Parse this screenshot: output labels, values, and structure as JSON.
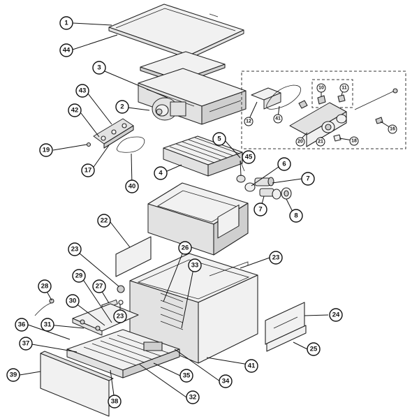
{
  "callouts": [
    {
      "id": "c1",
      "label": "1"
    },
    {
      "id": "c44",
      "label": "44"
    },
    {
      "id": "c3",
      "label": "3"
    },
    {
      "id": "c43",
      "label": "43"
    },
    {
      "id": "c2",
      "label": "2"
    },
    {
      "id": "c42",
      "label": "42"
    },
    {
      "id": "c19",
      "label": "19"
    },
    {
      "id": "c17",
      "label": "17"
    },
    {
      "id": "c40",
      "label": "40"
    },
    {
      "id": "c5",
      "label": "5"
    },
    {
      "id": "c45",
      "label": "45"
    },
    {
      "id": "c4",
      "label": "4"
    },
    {
      "id": "c6",
      "label": "6"
    },
    {
      "id": "c7a",
      "label": "7"
    },
    {
      "id": "c7b",
      "label": "7"
    },
    {
      "id": "c8",
      "label": "8"
    },
    {
      "id": "c22",
      "label": "22"
    },
    {
      "id": "c26",
      "label": "26"
    },
    {
      "id": "c23a",
      "label": "23"
    },
    {
      "id": "c23b",
      "label": "23"
    },
    {
      "id": "c23c",
      "label": "23"
    },
    {
      "id": "c33",
      "label": "33"
    },
    {
      "id": "c28",
      "label": "28"
    },
    {
      "id": "c29",
      "label": "29"
    },
    {
      "id": "c27",
      "label": "27"
    },
    {
      "id": "c30",
      "label": "30"
    },
    {
      "id": "c24",
      "label": "24"
    },
    {
      "id": "c36",
      "label": "36"
    },
    {
      "id": "c31",
      "label": "31"
    },
    {
      "id": "c25",
      "label": "25"
    },
    {
      "id": "c37",
      "label": "37"
    },
    {
      "id": "c41b",
      "label": "41"
    },
    {
      "id": "c39",
      "label": "39"
    },
    {
      "id": "c35",
      "label": "35"
    },
    {
      "id": "c34",
      "label": "34"
    },
    {
      "id": "c32",
      "label": "32"
    },
    {
      "id": "c38",
      "label": "38"
    }
  ],
  "inset_callouts": [
    {
      "id": "i12",
      "label": "12"
    },
    {
      "id": "i41",
      "label": "41"
    },
    {
      "id": "i10",
      "label": "10"
    },
    {
      "id": "i11",
      "label": "11"
    },
    {
      "id": "i16",
      "label": "16"
    },
    {
      "id": "i20",
      "label": "20"
    },
    {
      "id": "i21",
      "label": "21"
    },
    {
      "id": "i18",
      "label": "18"
    }
  ]
}
